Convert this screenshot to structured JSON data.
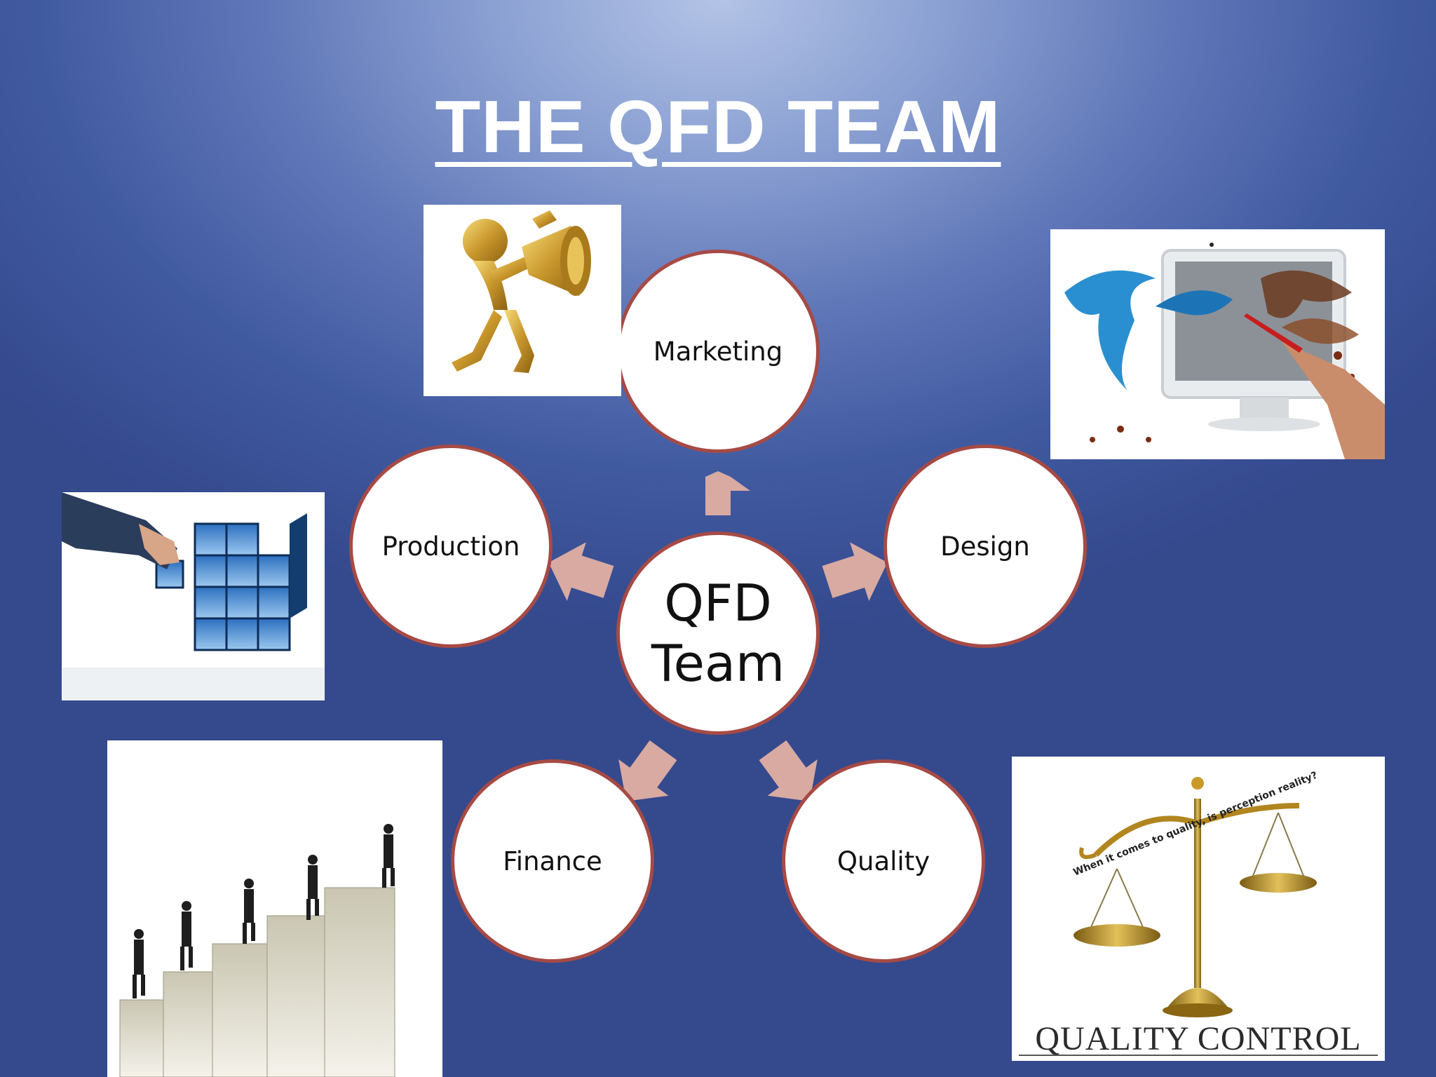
{
  "title": "THE QFD TEAM",
  "diagram": {
    "center": [
      "QFD",
      "Team"
    ],
    "nodes": {
      "marketing": "Marketing",
      "design": "Design",
      "quality": "Quality",
      "finance": "Finance",
      "production": "Production"
    }
  },
  "images": {
    "quality_control_caption": "QUALITY CONTROL",
    "scale_curved_text": "When it comes to quality, is perception reality?"
  },
  "colors": {
    "node_border": "#a64a45",
    "arrow_fill": "#d8aaa2",
    "title_text": "#ffffff"
  }
}
